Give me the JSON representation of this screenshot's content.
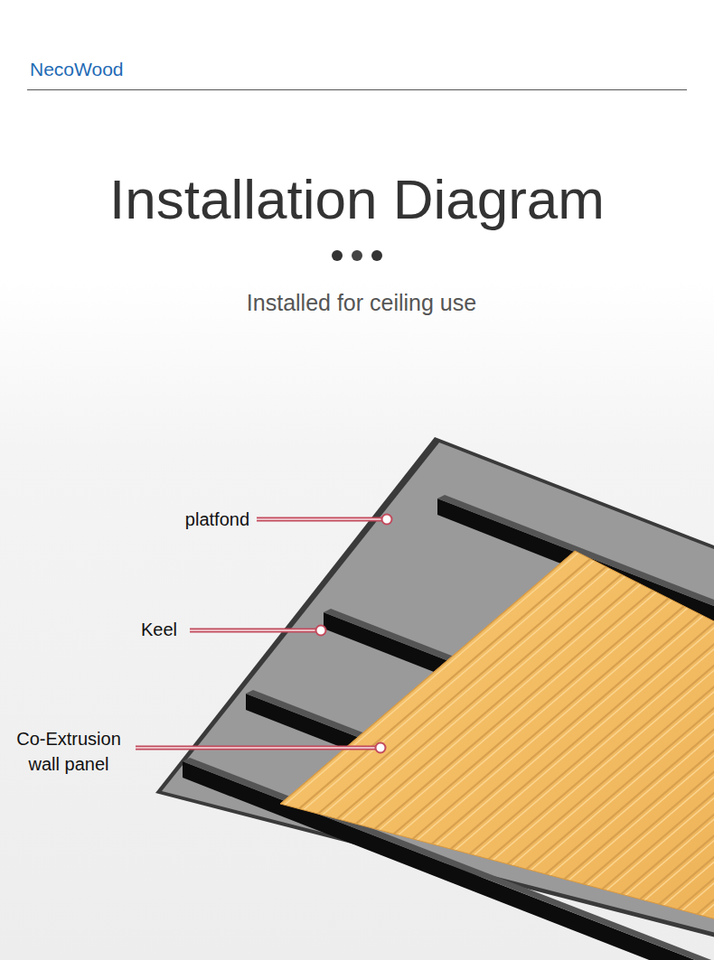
{
  "diagram": {
    "title": "Installation Diagram",
    "labels": [
      "NecoWood",
      "Installed for ceiling use",
      "platfond",
      "Keel",
      "Co-Extrusion wall panel"
    ]
  }
}
